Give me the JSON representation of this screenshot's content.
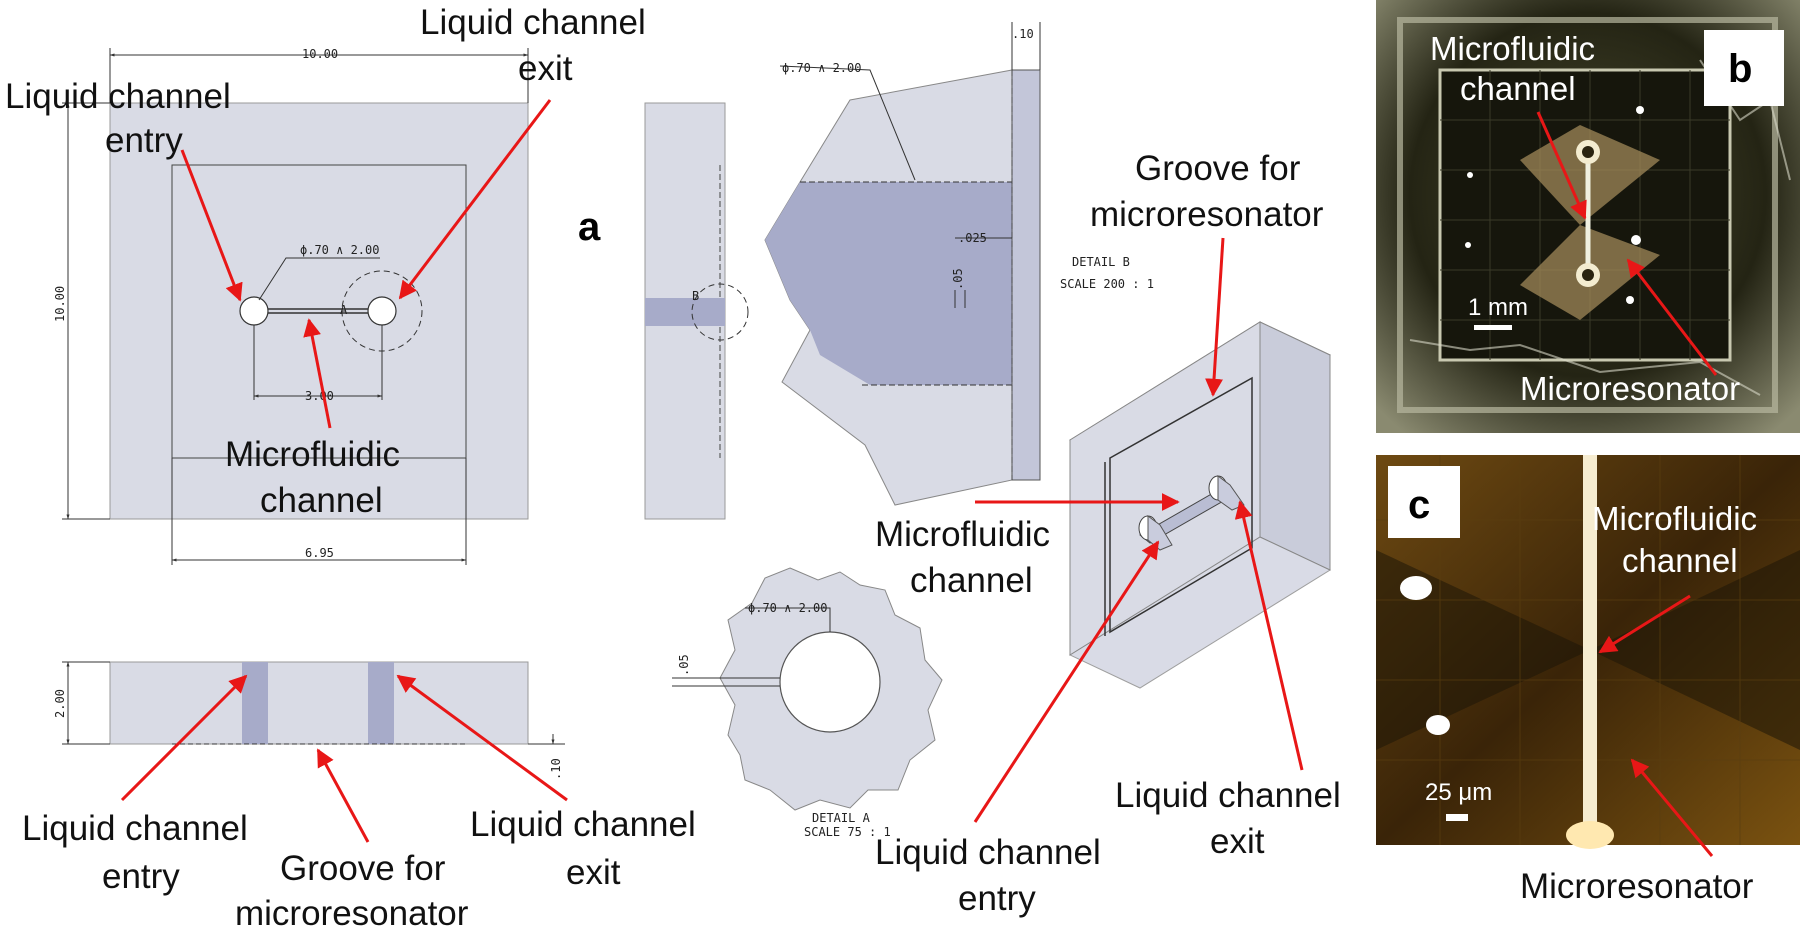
{
  "panels": {
    "a": "a",
    "b": "b",
    "c": "c"
  },
  "top_view": {
    "dim_width": "10.00",
    "dim_height": "10.00",
    "dim_hole": "ϕ.70 ∧ 2.00",
    "dim_spacing": "3.00",
    "dim_inner": "6.95",
    "marker_a": "A"
  },
  "side_view": {
    "marker_b": "B"
  },
  "section_view": {
    "dim_height": "2.00",
    "dim_groove": ".10"
  },
  "detail_b": {
    "dim_hole": "ϕ.70 ∧ 2.00",
    "dim_top": ".10",
    "dim_025": ".025",
    "dim_05": ".05",
    "title": "DETAIL  B",
    "scale": "SCALE 200 : 1"
  },
  "detail_a": {
    "dim_hole": "ϕ.70 ∧ 2.00",
    "dim_05": ".05",
    "title": "DETAIL  A",
    "scale": "SCALE 75 : 1"
  },
  "labels": {
    "entry_top_1": "Liquid channel",
    "entry_top_2": "entry",
    "exit_top_1": "Liquid channel",
    "exit_top_2": "exit",
    "micro_top_1": "Microfluidic",
    "micro_top_2": "channel",
    "entry_bot_1": "Liquid channel",
    "entry_bot_2": "entry",
    "groove_bot_1": "Groove for",
    "groove_bot_2": "microresonator",
    "exit_bot_1": "Liquid channel",
    "exit_bot_2": "exit",
    "groove_iso_1": "Groove for",
    "groove_iso_2": "microresonator",
    "micro_iso_1": "Microfluidic",
    "micro_iso_2": "channel",
    "entry_iso_1": "Liquid channel",
    "entry_iso_2": "entry",
    "exit_iso_1": "Liquid channel",
    "exit_iso_2": "exit"
  },
  "photo_b": {
    "label_1": "Microfluidic",
    "label_2": "channel",
    "label_micro": "Microresonator",
    "scale": "1 mm"
  },
  "photo_c": {
    "label_1": "Microfluidic",
    "label_2": "channel",
    "label_micro": "Microresonator",
    "scale": "25 μm"
  },
  "colors": {
    "part_fill": "#d9dbe5",
    "section_fill": "#a7abc9",
    "arrow": "#e81717"
  }
}
